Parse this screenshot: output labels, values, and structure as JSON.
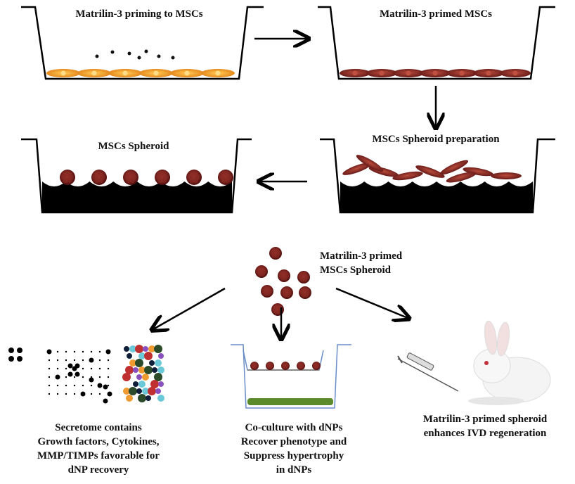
{
  "labels": {
    "priming": "Matrilin-3 priming to MSCs",
    "primed": "Matrilin-3 primed MSCs",
    "spheroid": "MSCs Spheroid",
    "spheroid_prep": "MSCs Spheroid preparation",
    "primed_spheroid_line1": "Matrilin-3 primed",
    "primed_spheroid_line2": "MSCs Spheroid"
  },
  "captions": {
    "secretome": [
      "Secretome contains",
      "Growth factors, Cytokines,",
      "MMP/TIMPs favorable for",
      "dNP recovery"
    ],
    "coculture": [
      "Co-culture with dNPs",
      "Recover phenotype and",
      "Suppress hypertrophy",
      "in dNPs"
    ],
    "regeneration": [
      "Matrilin-3 primed spheroid",
      "enhances IVD regeneration"
    ]
  },
  "colors": {
    "orange_cell": "#f0a020",
    "primed_cell": "#8b2a2a",
    "spheroid": "#7a1c1c",
    "hydrogel": "#000000",
    "transwell": "#6a8cc8",
    "dnp_layer": "#5a8a2a"
  },
  "icons": [
    "arrow-icon",
    "spheroid-icon",
    "syringe-icon",
    "rabbit-icon",
    "protein-array-icon",
    "molecule-cluster-icon"
  ]
}
